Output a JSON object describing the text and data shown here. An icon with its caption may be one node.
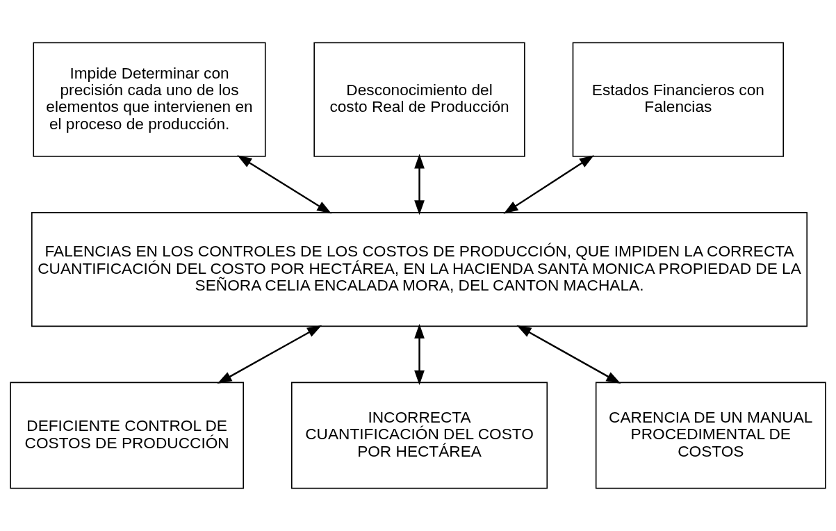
{
  "diagram": {
    "nodes": [
      {
        "text": [
          "Impide Determinar con precisión cada uno de los elementos que intervienen en el proceso de producción."
        ]
      },
      {
        "text": [
          "Desconocimiento del costo Real de Producción"
        ]
      },
      {
        "text": [
          "Estados Financieros con Falencias"
        ]
      },
      {
        "text": [
          "FALENCIAS EN LOS CONTROLES DE LOS COSTOS DE PRODUCCIÓN, QUE IMPIDEN LA CORRECTA CUANTIFICACIÓN DEL COSTO POR HECTÁREA, EN LA HACIENDA SANTA MONICA PROPIEDAD DE LA SEÑORA CELIA ENCALADA MORA, DEL CANTON MACHALA."
        ]
      },
      {
        "text": [
          "DEFICIENTE CONTROL DE COSTOS DE PRODUCCIÓN"
        ]
      },
      {
        "text": [
          "INCORRECTA CUANTIFICACIÓN DEL COSTO POR HECTÁREA"
        ]
      },
      {
        "text": [
          "CARENCIA DE UN MANUAL PROCEDIMENTAL DE COSTOS"
        ]
      }
    ],
    "edges": [
      {
        "from": 0,
        "to": 3,
        "arrow": "both"
      },
      {
        "from": 1,
        "to": 3,
        "arrow": "both"
      },
      {
        "from": 2,
        "to": 3,
        "arrow": "both"
      },
      {
        "from": 3,
        "to": 4,
        "arrow": "both"
      },
      {
        "from": 3,
        "to": 5,
        "arrow": "both"
      },
      {
        "from": 3,
        "to": 6,
        "arrow": "both"
      }
    ]
  }
}
